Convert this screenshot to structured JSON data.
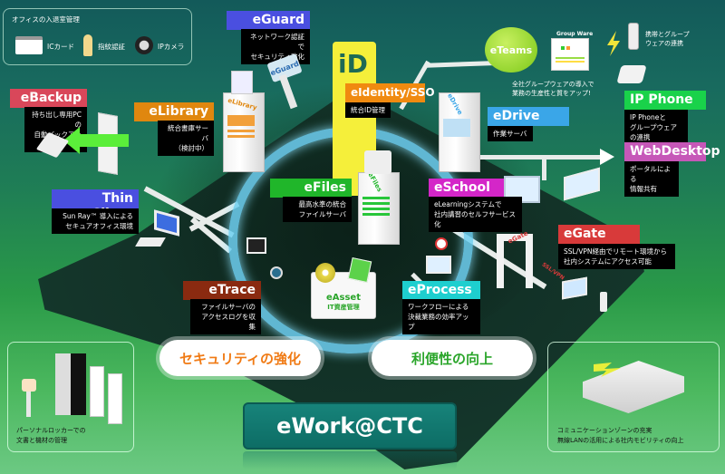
{
  "legend": {
    "title": "オフィスの入退室管理",
    "items": [
      {
        "icon": "ic-card-icon",
        "label": "ICカード"
      },
      {
        "icon": "fingerprint-icon",
        "label": "指紋認証"
      },
      {
        "icon": "ip-camera-icon",
        "label": "IPカメラ"
      }
    ]
  },
  "nodes": {
    "eguard": {
      "title": "eGuard",
      "desc1": "ネットワーク認証で",
      "desc2": "セキュリティ強化",
      "key_text": "eGuard",
      "color": "#4a4fe0"
    },
    "eidentity": {
      "title": "eIdentity/SSO",
      "desc1": "統合ID管理",
      "badge": "iD",
      "color": "#f08a10"
    },
    "eteams": {
      "title": "eTeams",
      "groupware": "Group Ware",
      "desc1": "全社グループウェアの導入で",
      "desc2": "業務の生産性と質をアップ!",
      "mobile1": "携帯とグループ",
      "mobile2": "ウェアの連携"
    },
    "ipphone": {
      "title": "IP Phone",
      "desc1": "IP Phoneと",
      "desc2": "グループウェアの連携",
      "color": "#19d24a"
    },
    "ebackup": {
      "title": "eBackup",
      "desc1": "持ち出し専用PCの",
      "desc2": "自動バックアップ",
      "color": "#d9475a"
    },
    "elibrary": {
      "title": "eLibrary",
      "desc1": "統合書庫サーバ",
      "desc2": "（検討中）",
      "server_text": "eLibrary",
      "color": "#e0870f"
    },
    "edrive": {
      "title": "eDrive",
      "desc1": "作業サーバ",
      "server_text": "eDrive",
      "color": "#3aa6e8"
    },
    "webdesktop": {
      "title": "WebDesktop",
      "desc1": "ポータルによる",
      "desc2": "情報共有",
      "color": "#c657b8"
    },
    "thinclient": {
      "title": "Thin Client",
      "desc1": "Sun Ray™ 導入による",
      "desc2": "セキュアオフィス環境",
      "color": "#4a4fe0"
    },
    "efiles": {
      "title": "eFiles",
      "desc1": "最高水準の統合",
      "desc2": "ファイルサーバ",
      "server_text": "eFiles",
      "color": "#20b62a"
    },
    "eschool": {
      "title": "eSchool",
      "desc1": "eLearningシステムで",
      "desc2": "社内講習のセルフサービス化",
      "color": "#d426c8"
    },
    "egate": {
      "title": "eGate",
      "desc1": "SSL/VPN経由でリモート環境から",
      "desc2": "社内システムにアクセス可能",
      "gate_text": "eGate",
      "tunnel_text": "SSL/VPN",
      "color": "#d83a3a"
    },
    "etrace": {
      "title": "eTrace",
      "desc1": "ファイルサーバの",
      "desc2": "アクセスログを収集",
      "color": "#8a2a10"
    },
    "easset": {
      "title": "eAsset",
      "subtitle": "IT資産管理"
    },
    "eprocess": {
      "title": "eProcess",
      "desc1": "ワークフローによる",
      "desc2": "決裁業務の効率アップ",
      "color": "#1ecfcf"
    }
  },
  "pillars": {
    "security": {
      "label": "セキュリティの強化",
      "color": "#f07a14"
    },
    "convenience": {
      "label": "利便性の向上",
      "color": "#2aa52a"
    }
  },
  "panels": {
    "locker": {
      "line1": "パーソナルロッカーでの",
      "line2": "文書と機材の管理"
    },
    "commzone": {
      "line1": "コミュニケーションゾーンの充実",
      "line2": "無線LANの活用による社内モビリティの向上"
    }
  },
  "brand": {
    "label": "eWork@CTC"
  }
}
